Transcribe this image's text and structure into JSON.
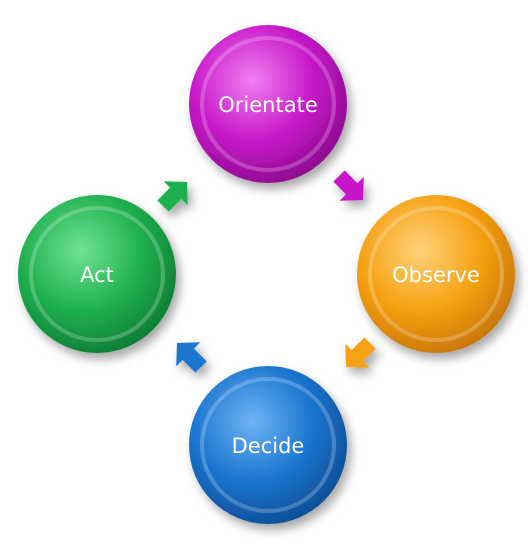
{
  "diagram": {
    "type": "cycle",
    "nodes": [
      {
        "id": "orientate",
        "label": "Orientate",
        "color": "#c718c9"
      },
      {
        "id": "observe",
        "label": "Observe",
        "color": "#f6a112"
      },
      {
        "id": "decide",
        "label": "Decide",
        "color": "#1a75cf"
      },
      {
        "id": "act",
        "label": "Act",
        "color": "#1fb04f"
      }
    ],
    "arrows": [
      {
        "from": "orientate",
        "to": "observe",
        "color": "#c718c9"
      },
      {
        "from": "observe",
        "to": "decide",
        "color": "#f6a112"
      },
      {
        "from": "decide",
        "to": "act",
        "color": "#1a75cf"
      },
      {
        "from": "act",
        "to": "orientate",
        "color": "#1fb04f"
      }
    ]
  }
}
